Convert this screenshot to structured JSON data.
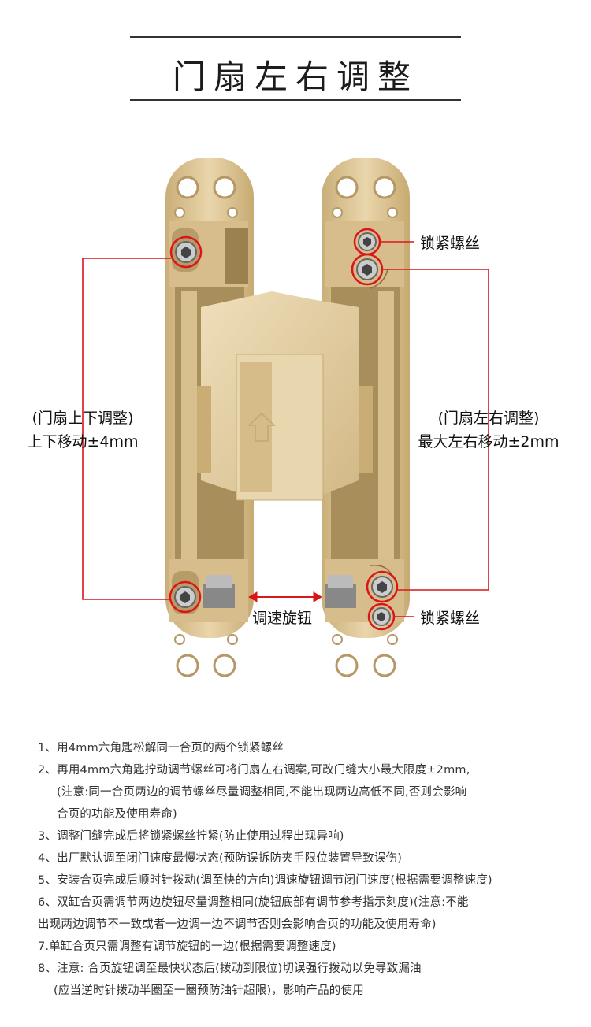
{
  "title": "门扇左右调整",
  "colors": {
    "hinge_gold": "#e3cda0",
    "hinge_shadow": "#b89c68",
    "callout_red": "#d9161c",
    "text": "#222222"
  },
  "icons": [
    "hex-screw-icon",
    "rotate-arrow-icon",
    "double-arrow-icon"
  ],
  "labels": {
    "lock_screw_top": "锁紧螺丝",
    "lock_screw_bottom": "锁紧螺丝",
    "left_line1": "(门扇上下调整)",
    "left_line2": "上下移动±4mm",
    "right_line1": "(门扇左右调整)",
    "right_line2": "最大左右移动±2mm",
    "speed_knob": "调速旋钮"
  },
  "instructions": [
    "1、用4mm六角匙松解同一合页的两个锁紧螺丝",
    "2、再用4mm六角匙拧动调节螺丝可将门扇左右调案,可改门缝大小最大限度±2mm,",
    "(注意:同一合页两边的调节螺丝尽量调整相同,不能出现两边高低不同,否则会影响",
    "合页的功能及使用寿命)",
    "3、调整门缝完成后将锁紧螺丝拧紧(防止使用过程出现异响)",
    "4、出厂默认调至闭门速度最慢状态(预防误拆防夹手限位装置导致误伤)",
    "5、安装合页完成后顺时针拨动(调至快的方向)调速旋钮调节闭门速度(根据需要调整速度)",
    "6、双缸合页需调节两边旋钮尽量调整相同(旋钮底部有调节参考指示刻度)(注意:不能",
    "出现两边调节不一致或者一边调一边不调节否则会影响合页的功能及使用寿命)",
    "7.单缸合页只需调整有调节旋钮的一边(根据需要调整速度)",
    "8、注意: 合页旋钮调至最快状态后(拨动到限位)切误强行拨动以免导致漏油",
    "(应当逆时针拨动半圈至一圈预防油针超限)，影响产品的使用"
  ]
}
